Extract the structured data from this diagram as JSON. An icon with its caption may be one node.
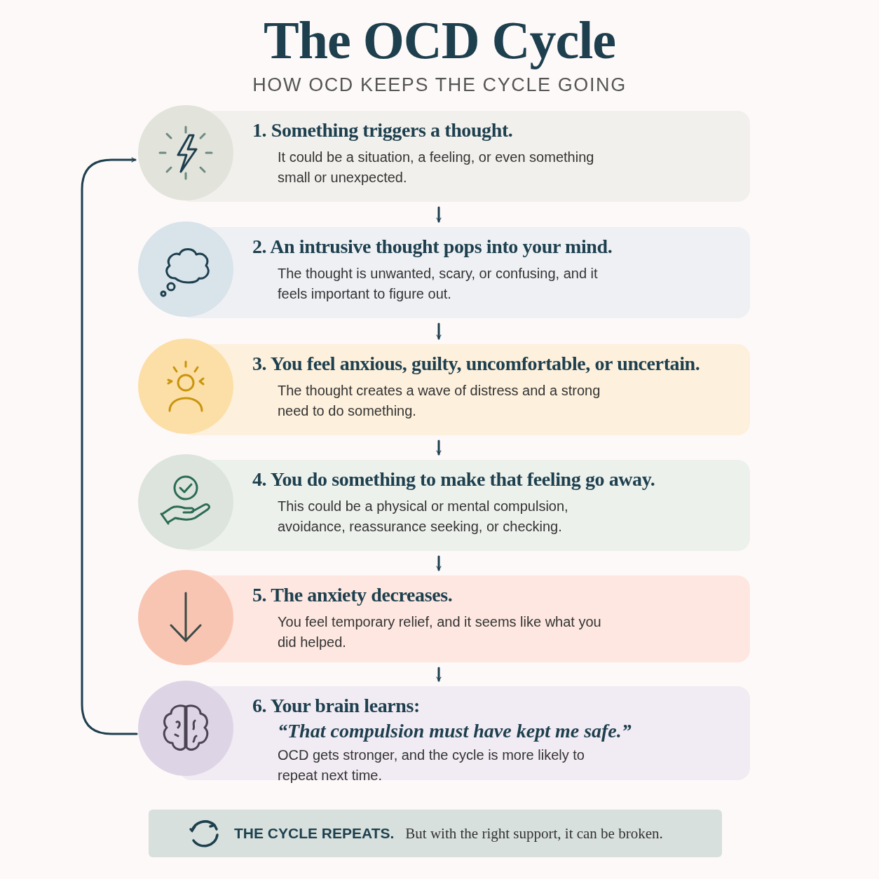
{
  "diagram": {
    "title": "The OCD Cycle",
    "nodes": [
      {
        "text": [
          "1. Something triggers a thought.",
          "It could be a situation, a feeling, or even something small or unexpected."
        ]
      },
      {
        "text": [
          "2. An intrusive thought pops into your mind.",
          "The thought is unwanted, scary, or confusing, and it feels important to figure out."
        ]
      },
      {
        "text": [
          "3. You feel anxious, guilty, uncomfortable, or uncertain.",
          "The thought creates a wave of distress and a strong need to do something."
        ]
      },
      {
        "text": [
          "4. You do something to make that feeling go away.",
          "This could be a physical or mental compulsion, avoidance, reassurance seeking, or checking."
        ]
      },
      {
        "text": [
          "5. The anxiety decreases.",
          "You feel temporary relief, and it seems like what you did helped."
        ]
      },
      {
        "text": [
          "6. Your brain learns:",
          "“That compulsion must have kept me safe.”",
          "OCD gets stronger, and the cycle is more likely to repeat next time."
        ]
      }
    ],
    "edges": [
      {
        "from": 0,
        "to": 1,
        "arrow": "to"
      },
      {
        "from": 1,
        "to": 2,
        "arrow": "to"
      },
      {
        "from": 2,
        "to": 3,
        "arrow": "to"
      },
      {
        "from": 3,
        "to": 4,
        "arrow": "to"
      },
      {
        "from": 4,
        "to": 5,
        "arrow": "to"
      },
      {
        "from": 5,
        "to": 0,
        "arrow": "to"
      }
    ],
    "labels": [
      "HOW OCD KEEPS THE CYCLE GOING",
      "THE CYCLE REPEATS.",
      "But with the right support, it can be broken."
    ]
  }
}
